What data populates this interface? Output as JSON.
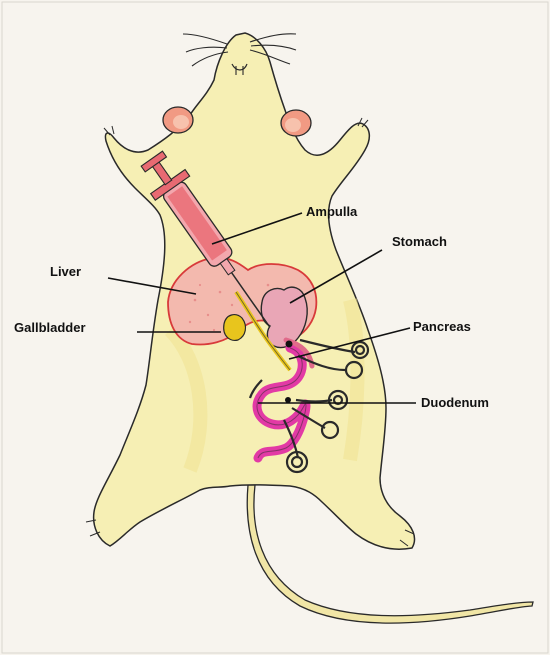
{
  "labels": {
    "ampulla": "Ampulla",
    "stomach": "Stomach",
    "liver": "Liver",
    "gallbladder": "Gallbladder",
    "pancreas": "Pancreas",
    "duodenum": "Duodenum"
  },
  "colors": {
    "paper": "#f7f4ee",
    "body_fill": "#f6efb4",
    "outline": "#2a2a2a",
    "liver": "#f3b9ae",
    "liver_edge": "#d83a3a",
    "stomach": "#e9a6b6",
    "gallbladder": "#e8c51d",
    "syringe": "#e86a72",
    "intestine": "#e23aa5",
    "ear": "#f19a83",
    "tail": "#f1e6a6"
  },
  "icons": [
    "mouse-drawing",
    "syringe-icon",
    "liver-organ",
    "stomach-organ",
    "gallbladder-organ",
    "pancreas-organ",
    "duodenum-organ",
    "bile-duct"
  ]
}
